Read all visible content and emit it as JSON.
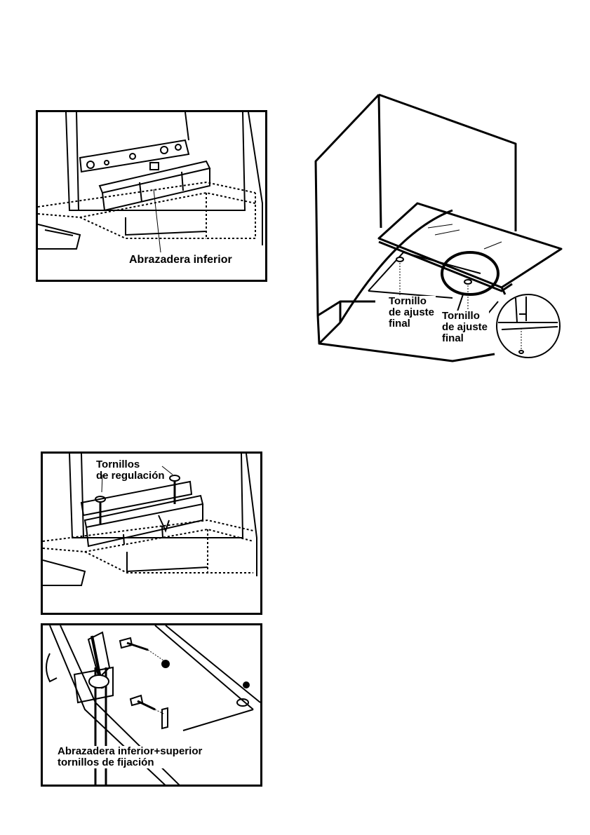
{
  "panels": {
    "lower_clamp": {
      "label": "Abrazadera inferior"
    },
    "hood_adjust": {
      "label_left": [
        "Tornillo",
        "de ajuste",
        "final"
      ],
      "label_right": [
        "Tornillo",
        "de ajuste",
        "final"
      ]
    },
    "regulation": {
      "label": [
        "Tornillos",
        "de regulación"
      ]
    },
    "fixing": {
      "label": [
        "Abrazadera inferior+superior",
        "tornillos de fijación"
      ]
    }
  },
  "colors": {
    "ink": "#000000",
    "paper": "#ffffff"
  }
}
